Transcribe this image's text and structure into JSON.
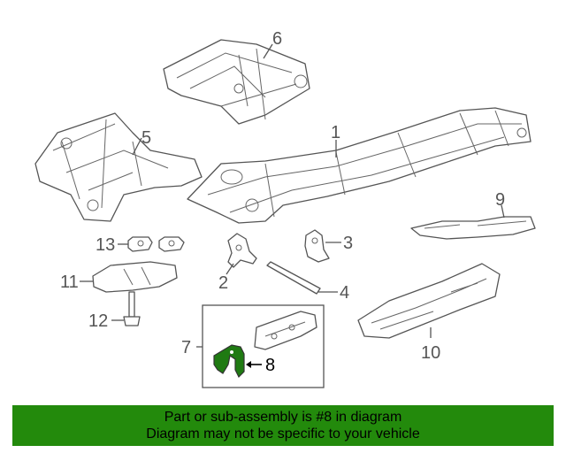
{
  "callouts": {
    "c1": "1",
    "c2": "2",
    "c3": "3",
    "c4": "4",
    "c5": "5",
    "c6": "6",
    "c7": "7",
    "c8": "8",
    "c9": "9",
    "c10": "10",
    "c11": "11",
    "c12": "12",
    "c13": "13"
  },
  "banner": {
    "line1": "Part or sub-assembly is #8 in diagram",
    "line2": "Diagram may not be specific to your vehicle"
  },
  "colors": {
    "highlight": "#1f7a12",
    "banner_bg": "#238a0c",
    "line": "#555555"
  }
}
